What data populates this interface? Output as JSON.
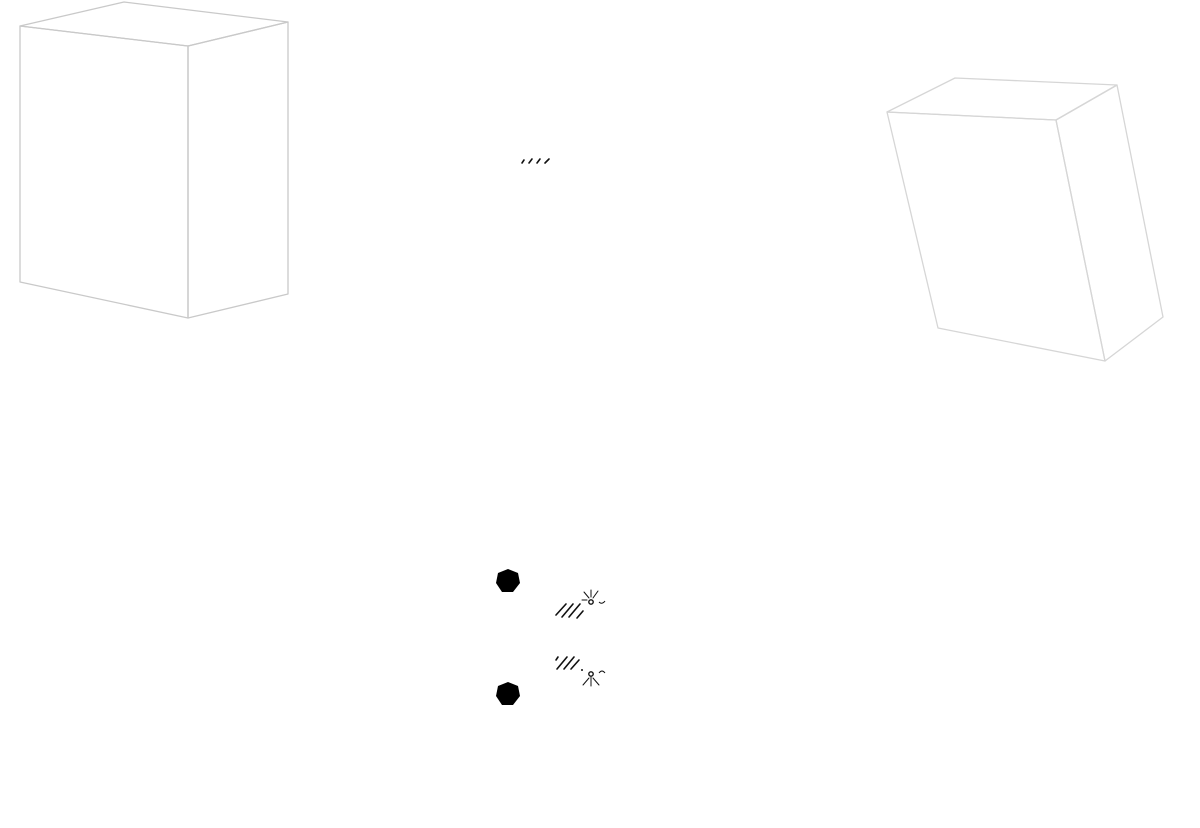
{
  "scene": {
    "objects": [
      {
        "kind": "box",
        "style": "outline"
      },
      {
        "kind": "box",
        "style": "outline-tilted"
      },
      {
        "kind": "hatch-mark",
        "count": 4
      },
      {
        "kind": "filled-dot"
      },
      {
        "kind": "spark-marker"
      },
      {
        "kind": "filled-dot"
      },
      {
        "kind": "spark-marker"
      }
    ]
  }
}
